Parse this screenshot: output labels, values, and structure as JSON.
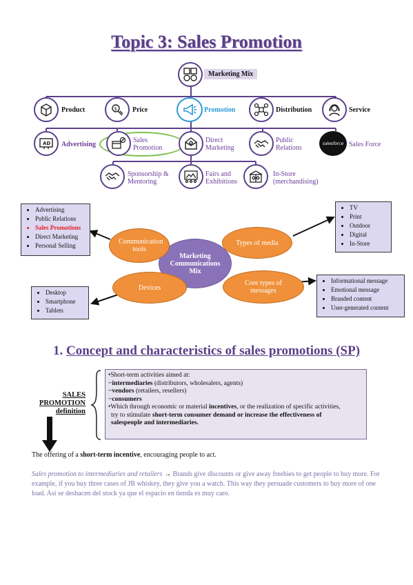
{
  "title": "Topic 3: Sales Promotion",
  "marketing_mix": {
    "root": "Marketing Mix",
    "level1": [
      "Product",
      "Price",
      "Promotion",
      "Distribution",
      "Service"
    ],
    "level2": [
      "Advertising",
      "Sales Promotion",
      "Direct Marketing",
      "Public Relations",
      "Sales Force"
    ],
    "level3": [
      "Sponsorship & Mentoring",
      "Fairs and Exhibitions",
      "In-Store (merchandising)"
    ],
    "sales_force_logo": "salesforce",
    "ad_icon_text": "AD"
  },
  "comms_mix": {
    "center": "Marketing Communications Mix",
    "nodes": {
      "communication_tools": "Communication tools",
      "types_of_media": "Types of media",
      "devices": "Devices",
      "core_types": "Core types of messages"
    },
    "tools_list": [
      "Advertising",
      "Public Relations",
      "Sales Promotions",
      "Direct Marketing",
      "Personal Selling"
    ],
    "media_list": [
      "TV",
      "Print",
      "Outdoor",
      "Digital",
      "In-Store"
    ],
    "devices_list": [
      "Desktop",
      "Smartphone",
      "Tablets"
    ],
    "messages_list": [
      "Informational message",
      "Emotional message",
      "Branded content",
      "User-generated content"
    ]
  },
  "section1": {
    "number": "1.",
    "heading": "Concept and characteristics of sales promotions (SP)",
    "definition_label": [
      "SALES",
      "PROMOTION",
      "definition"
    ],
    "def_lines": {
      "l1": "•Short-term activities aimed at:",
      "l2_b": "−intermediaries",
      "l2_r": " (distributors, wholesalers, agents)",
      "l3_b": "−vendors",
      "l3_r": " (retailers, resellers)",
      "l4_b": "−consumers",
      "l5a": "•Which through economic or material ",
      "l5b": "incentives",
      "l5c": ", or the realization of specific activities,",
      "l6a": "try to stimulate ",
      "l6b": "short-term consumer demand or increase the effectiveness of",
      "l7b": "salespeople and intermediaries."
    },
    "offering_a": "The offering of a ",
    "offering_b": "short-term incentive",
    "offering_c": ", encouraging people to act.",
    "para_italic": "Sales promotion to intermediaries and retailers",
    "para_arrow": " → ",
    "para_rest": "Brands give discounts or give away freebies to get people to buy more. For example, if you buy three cases of JB whiskey, they give you a watch. This way they persuade customers to buy more of one load. Así se deshacen del stock ya que el espacio en tienda es muy caro."
  },
  "colors": {
    "accent_purple": "#5a3f86",
    "orange": "#f0903a",
    "list_bg": "#dcd8f2",
    "promo_blue": "#2a9ad6"
  }
}
